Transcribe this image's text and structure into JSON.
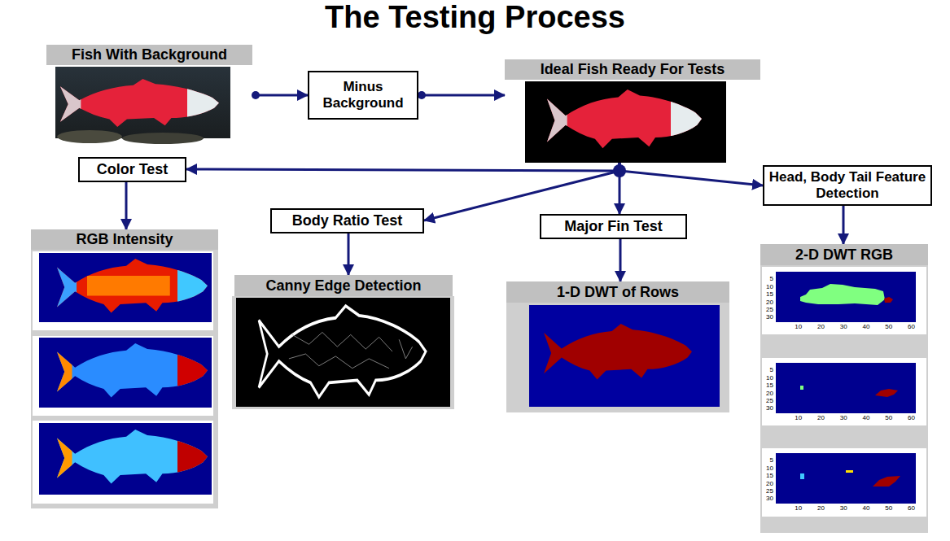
{
  "diagram": {
    "title": "The Testing Process",
    "nodes": [
      {
        "text": [
          "Fish With Background"
        ]
      },
      {
        "text": [
          "Minus Background"
        ]
      },
      {
        "text": [
          "Ideal Fish Ready For Tests"
        ]
      },
      {
        "text": [
          "Color Test"
        ]
      },
      {
        "text": [
          "Body Ratio Test"
        ]
      },
      {
        "text": [
          "Major Fin Test"
        ]
      },
      {
        "text": [
          "Head, Body Tail Feature Detection"
        ]
      },
      {
        "text": [
          "RGB Intensity"
        ]
      },
      {
        "text": [
          "Canny Edge Detection"
        ]
      },
      {
        "text": [
          "1-D DWT of Rows"
        ]
      },
      {
        "text": [
          "2-D DWT RGB"
        ]
      }
    ],
    "edges": [
      {
        "from": 0,
        "to": 1,
        "arrow": "to"
      },
      {
        "from": 1,
        "to": 2,
        "arrow": "to"
      },
      {
        "from": 2,
        "to": 3,
        "arrow": "to"
      },
      {
        "from": 2,
        "to": 4,
        "arrow": "to"
      },
      {
        "from": 2,
        "to": 5,
        "arrow": "to"
      },
      {
        "from": 2,
        "to": 6,
        "arrow": "to"
      },
      {
        "from": 3,
        "to": 7,
        "arrow": "to"
      },
      {
        "from": 4,
        "to": 8,
        "arrow": "to"
      },
      {
        "from": 5,
        "to": 9,
        "arrow": "to"
      },
      {
        "from": 6,
        "to": 10,
        "arrow": "to"
      }
    ],
    "labels": [
      "5",
      "10",
      "15",
      "20",
      "25",
      "30",
      "10",
      "20",
      "30",
      "40",
      "50",
      "60",
      "5",
      "10",
      "15",
      "20",
      "25",
      "30",
      "10",
      "20",
      "30",
      "40",
      "50",
      "60",
      "5",
      "10",
      "15",
      "20",
      "25",
      "30",
      "10",
      "20",
      "30",
      "40",
      "50",
      "60"
    ]
  }
}
